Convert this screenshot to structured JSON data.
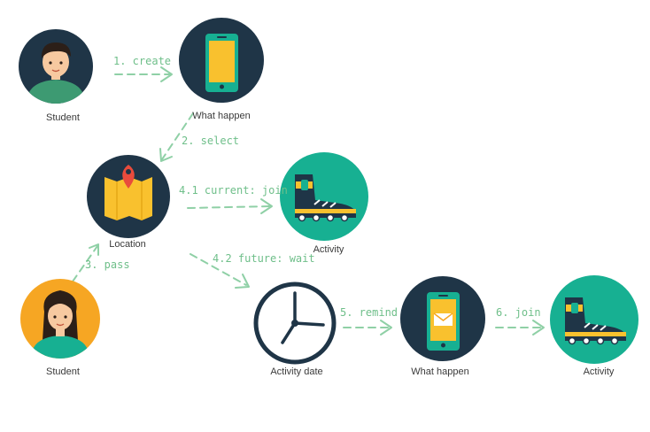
{
  "colors": {
    "navy": "#1f3547",
    "teal": "#17b092",
    "orange": "#f6a623",
    "green_arrow": "#8fd0a6",
    "label_text": "#3a3a3a",
    "yellow": "#f9c12e"
  },
  "nodes": {
    "student_top": {
      "label": "Student",
      "icon": "male-student-icon"
    },
    "what_happen_top": {
      "label": "What happen",
      "icon": "smartphone-icon"
    },
    "location": {
      "label": "Location",
      "icon": "map-pin-icon"
    },
    "activity_top": {
      "label": "Activity",
      "icon": "skate-shoe-icon"
    },
    "student_bottom": {
      "label": "Student",
      "icon": "female-student-icon"
    },
    "activity_date": {
      "label": "Activity date",
      "icon": "clock-icon"
    },
    "what_happen_bottom": {
      "label": "What happen",
      "icon": "phone-message-icon"
    },
    "activity_bottom": {
      "label": "Activity",
      "icon": "skate-shoe-icon"
    }
  },
  "edges": {
    "create": "1. create",
    "select": "2. select",
    "pass": "3. pass",
    "current_join": "4.1 current: join",
    "future_wait": "4.2 future: wait",
    "remind": "5. remind",
    "join": "6. join"
  }
}
